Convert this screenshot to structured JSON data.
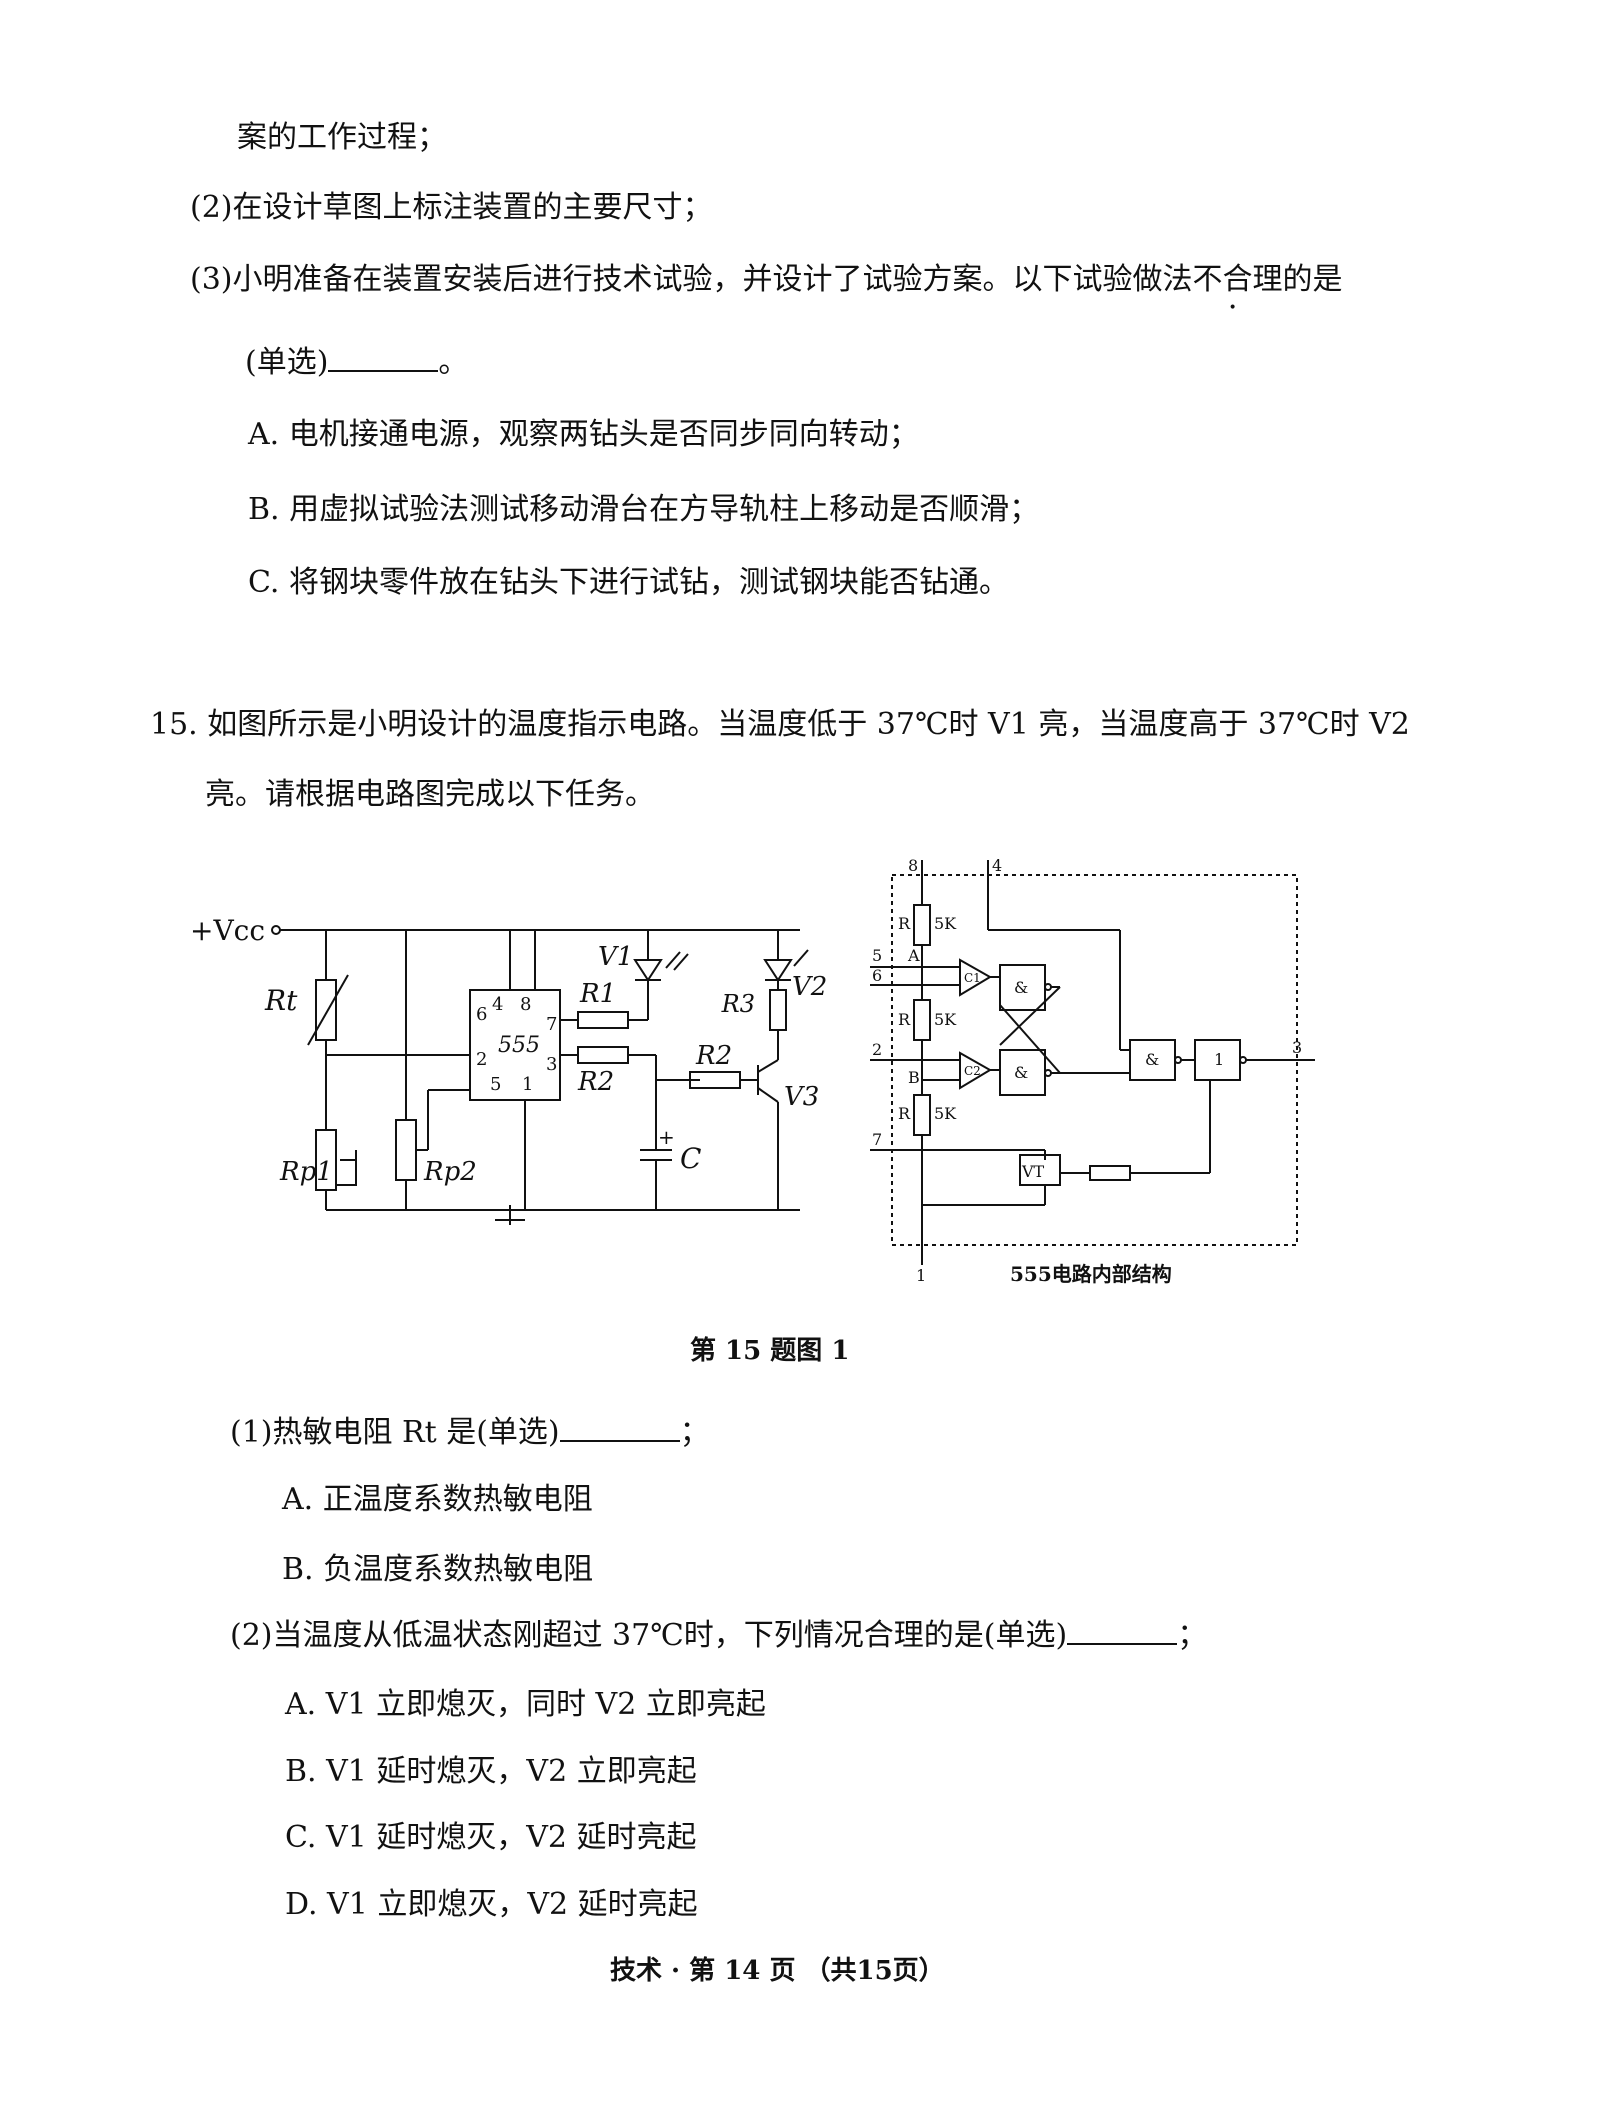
{
  "q14": {
    "cont": "案的工作过程；",
    "sub2": "(2)在设计草图上标注装置的主要尺寸；",
    "sub3a": "(3)小明准备在装置安装后进行技术试验，并设计了试验方案。以下试验做法",
    "sub3b": "不合理",
    "sub3c": "的是",
    "choice": "(单选)",
    "choice_end": "。",
    "optA": "A. 电机接通电源，观察两钻头是否同步同向转动；",
    "optB": "B. 用虚拟试验法测试移动滑台在方导轨柱上移动是否顺滑；",
    "optC": "C. 将钢块零件放在钻头下进行试钻，测试钢块能否钻通。"
  },
  "q15": {
    "stem1": "15.  如图所示是小明设计的温度指示电路。当温度低于 37℃时 V1 亮，当温度高于 37℃时 V2",
    "stem2": "亮。请根据电路图完成以下任务。",
    "fig_caption": "第 15 题图 1",
    "inner_caption": "555电路内部结构",
    "p1": "(1)热敏电阻 Rt 是(单选)",
    "p1_end": "；",
    "p1A": "A. 正温度系数热敏电阻",
    "p1B": "B. 负温度系数热敏电阻",
    "p2": "(2)当温度从低温状态刚超过 37℃时，下列情况合理的是(单选)",
    "p2_end": "；",
    "p2A": "A. V1 立即熄灭，同时 V2 立即亮起",
    "p2B": "B. V1 延时熄灭，V2 立即亮起",
    "p2C": "C. V1 延时熄灭，V2 延时亮起",
    "p2D": "D. V1 立即熄灭，V2 延时亮起"
  },
  "circuit_labels": {
    "vcc": "+Vcc",
    "rt": "Rt",
    "rp1": "Rp1",
    "rp2": "Rp2",
    "r1": "R1",
    "r2a": "R2",
    "r2b": "R2",
    "r3": "R3",
    "v1": "V1",
    "v2": "V2",
    "v3": "V3",
    "c": "C",
    "chip": "555",
    "plus": "+"
  },
  "inner_labels": {
    "r": "R",
    "k5": "5K",
    "a": "A",
    "b": "B",
    "c1": "C1",
    "c2": "C2",
    "and": "&",
    "not": "1",
    "vt": "VT",
    "p8": "8",
    "p4": "4",
    "p5": "5",
    "p6": "6",
    "p2": "2",
    "p7": "7",
    "p1": "1",
    "p3": "3"
  },
  "footer": "技术 · 第 14 页 （共15页）"
}
